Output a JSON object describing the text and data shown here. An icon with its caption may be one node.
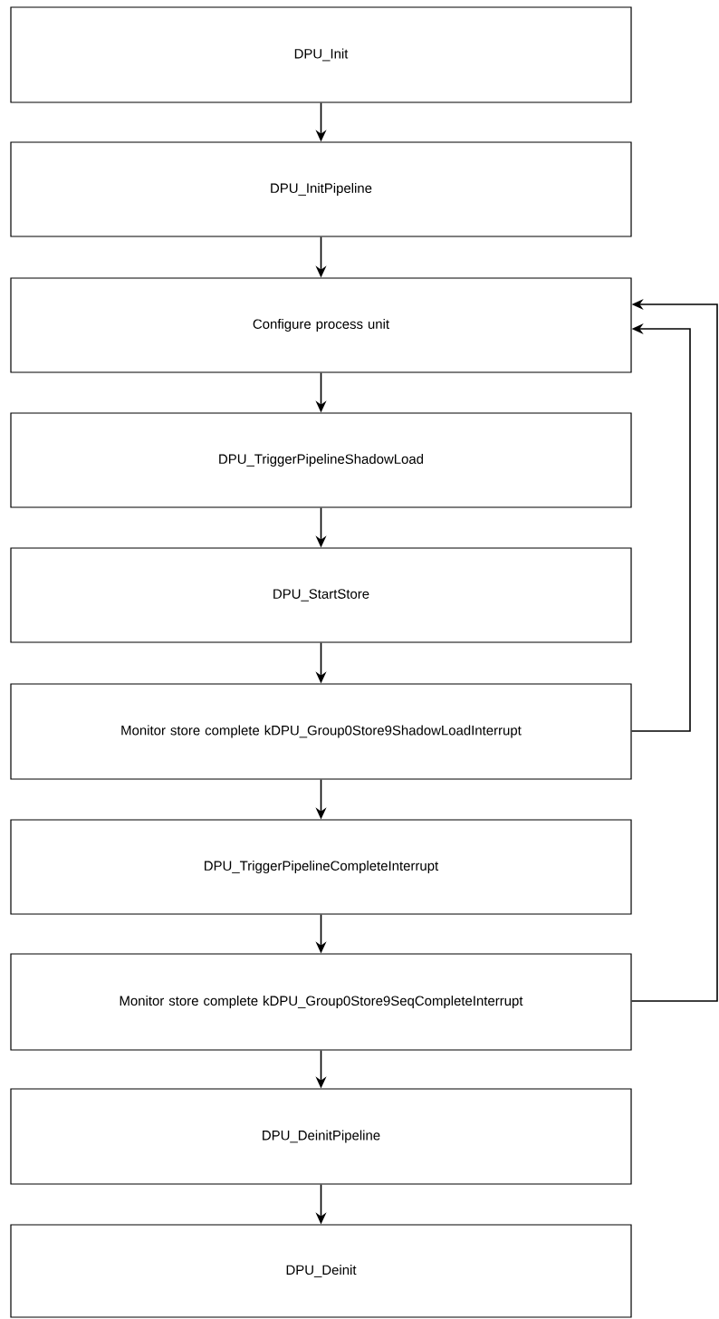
{
  "diagram": {
    "nodes": [
      {
        "text": [
          "DPU_Init"
        ]
      },
      {
        "text": [
          "DPU_InitPipeline"
        ]
      },
      {
        "text": [
          "Configure process unit"
        ]
      },
      {
        "text": [
          "DPU_TriggerPipelineShadowLoad"
        ]
      },
      {
        "text": [
          "DPU_StartStore"
        ]
      },
      {
        "text": [
          "Monitor store complete kDPU_Group0Store9ShadowLoadInterrupt"
        ]
      },
      {
        "text": [
          "DPU_TriggerPipelineCompleteInterrupt"
        ]
      },
      {
        "text": [
          "Monitor store complete kDPU_Group0Store9SeqCompleteInterrupt"
        ]
      },
      {
        "text": [
          "DPU_DeinitPipeline"
        ]
      },
      {
        "text": [
          "DPU_Deinit"
        ]
      }
    ],
    "edges": [
      {
        "from": 0,
        "to": 1,
        "arrow": "to"
      },
      {
        "from": 1,
        "to": 2,
        "arrow": "to"
      },
      {
        "from": 2,
        "to": 3,
        "arrow": "to"
      },
      {
        "from": 3,
        "to": 4,
        "arrow": "to"
      },
      {
        "from": 4,
        "to": 5,
        "arrow": "to"
      },
      {
        "from": 5,
        "to": 6,
        "arrow": "to"
      },
      {
        "from": 6,
        "to": 7,
        "arrow": "to"
      },
      {
        "from": 7,
        "to": 8,
        "arrow": "to"
      },
      {
        "from": 8,
        "to": 9,
        "arrow": "to"
      },
      {
        "from": 5,
        "to": 2,
        "arrow": "to"
      },
      {
        "from": 7,
        "to": 2,
        "arrow": "to"
      }
    ]
  }
}
